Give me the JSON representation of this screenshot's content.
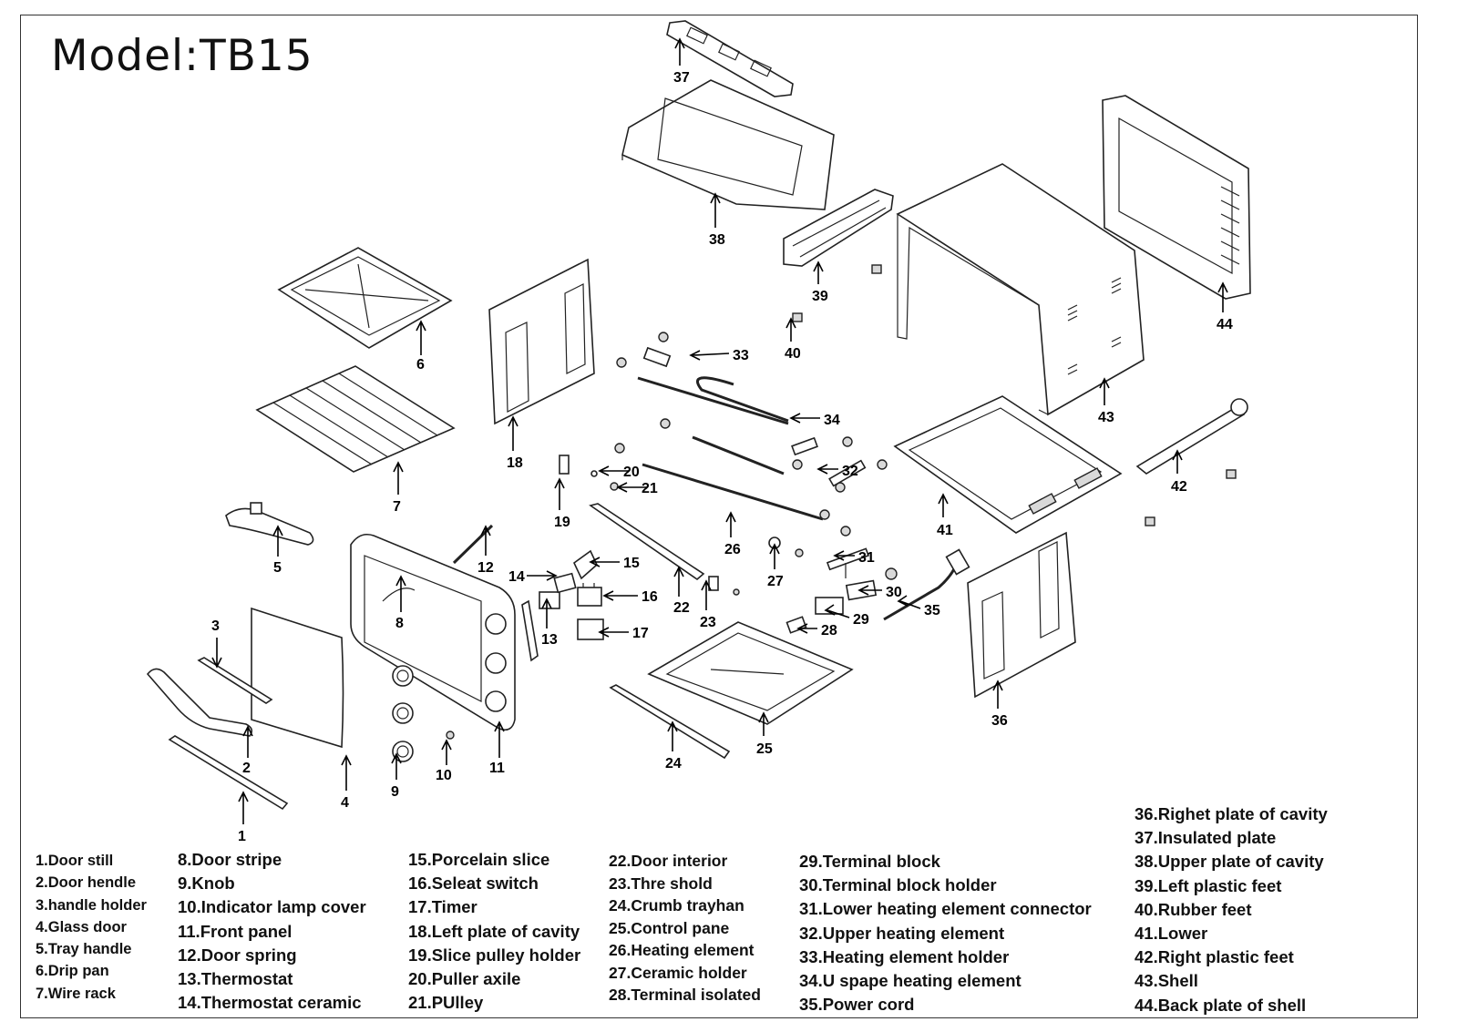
{
  "title": "Model:TB15",
  "callouts": [
    "1",
    "2",
    "3",
    "4",
    "5",
    "6",
    "7",
    "8",
    "9",
    "10",
    "11",
    "12",
    "13",
    "14",
    "15",
    "16",
    "17",
    "18",
    "19",
    "20",
    "21",
    "22",
    "23",
    "24",
    "25",
    "26",
    "27",
    "28",
    "29",
    "30",
    "31",
    "32",
    "33",
    "34",
    "35",
    "36",
    "37",
    "38",
    "39",
    "40",
    "41",
    "42",
    "43",
    "44"
  ],
  "legend": {
    "col1": [
      "1.Door still",
      "2.Door hendle",
      "3.handle holder",
      "4.Glass door",
      "5.Tray handle",
      "6.Drip pan",
      "7.Wire rack"
    ],
    "col2": [
      "8.Door stripe",
      "9.Knob",
      "10.Indicator lamp cover",
      "11.Front panel",
      "12.Door spring",
      "13.Thermostat",
      "14.Thermostat ceramic"
    ],
    "col3": [
      "15.Porcelain slice",
      "16.Seleat switch",
      "17.Timer",
      "18.Left plate of cavity",
      "19.Slice pulley holder",
      "20.Puller axile",
      "21.PUlley"
    ],
    "col4": [
      "22.Door interior",
      "23.Thre shold",
      "24.Crumb trayhan",
      "25.Control pane",
      "26.Heating element",
      "27.Ceramic holder",
      "28.Terminal isolated"
    ],
    "col5": [
      "29.Terminal block",
      "30.Terminal block holder",
      "31.Lower heating element connector",
      "32.Upper heating element",
      "33.Heating element holder",
      "34.U spape heating element",
      "35.Power cord"
    ],
    "col6": [
      "36.Righet plate of cavity",
      "37.Insulated plate",
      "38.Upper plate of cavity",
      "39.Left plastic feet",
      "40.Rubber feet",
      "41.Lower",
      "42.Right plastic feet",
      "43.Shell",
      "44.Back plate of shell"
    ]
  }
}
